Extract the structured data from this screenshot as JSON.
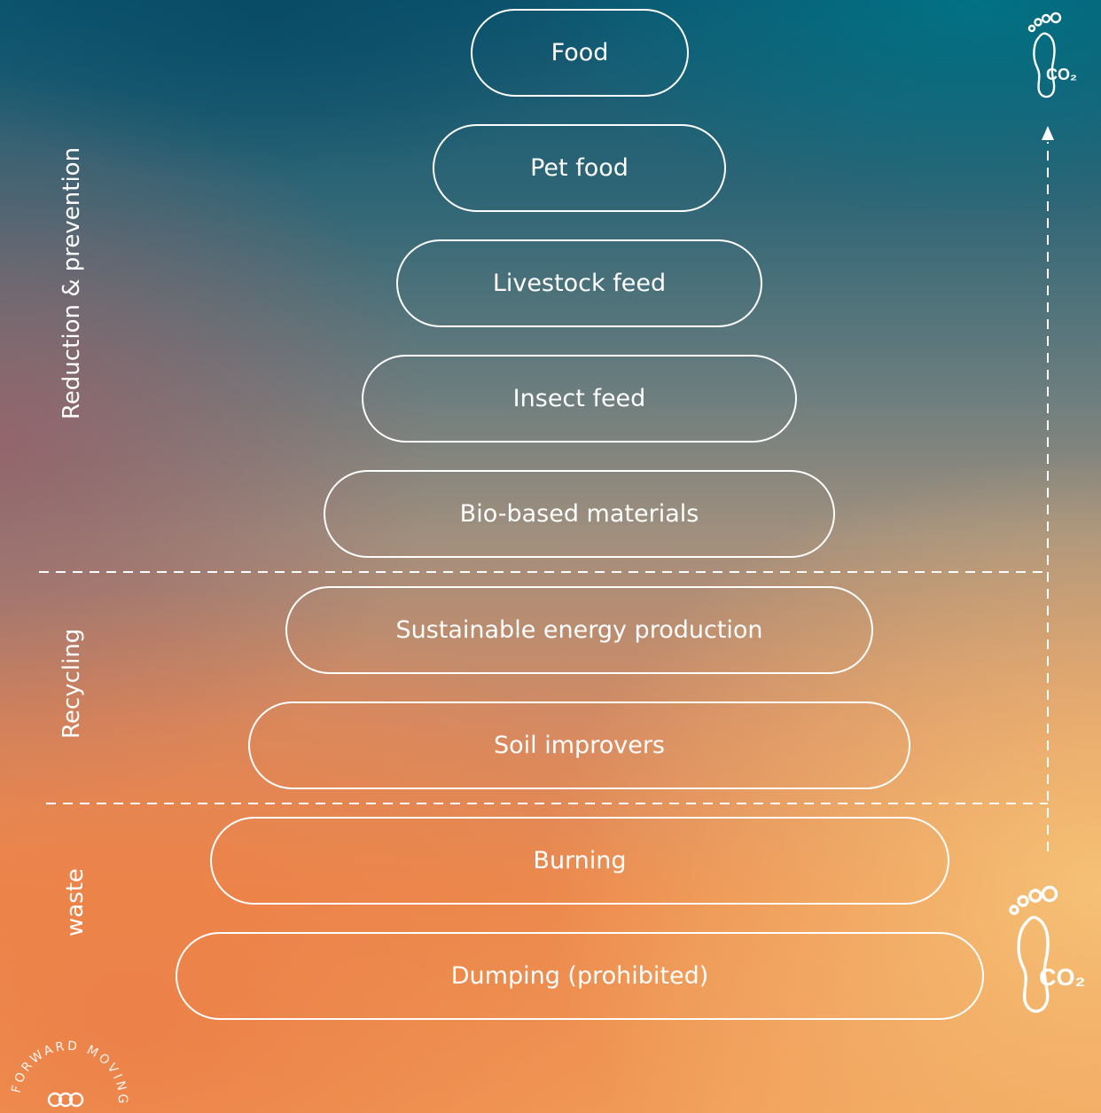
{
  "hierarchy": {
    "levels": [
      {
        "label": "Food"
      },
      {
        "label": "Pet food"
      },
      {
        "label": "Livestock feed"
      },
      {
        "label": "Insect feed"
      },
      {
        "label": "Bio-based materials"
      },
      {
        "label": "Sustainable energy production"
      },
      {
        "label": "Soil improvers"
      },
      {
        "label": "Burning"
      },
      {
        "label": "Dumping (prohibited)"
      }
    ]
  },
  "sections": {
    "reduction": "Reduction & prevention",
    "recycling": "Recycling",
    "waste": "waste"
  },
  "icons": {
    "top": {
      "name": "co2-footprint-icon",
      "text": "CO₂"
    },
    "bottom": {
      "name": "co2-footprint-icon",
      "text": "CO₂"
    }
  },
  "logo": {
    "text": "FORWARD MOVING CIRCULARITY",
    "symbol": "infinity-circles-icon"
  },
  "colors": {
    "stroke": "#ffffff",
    "bg_top": "#0d5671",
    "bg_bottom": "#f19d58"
  }
}
